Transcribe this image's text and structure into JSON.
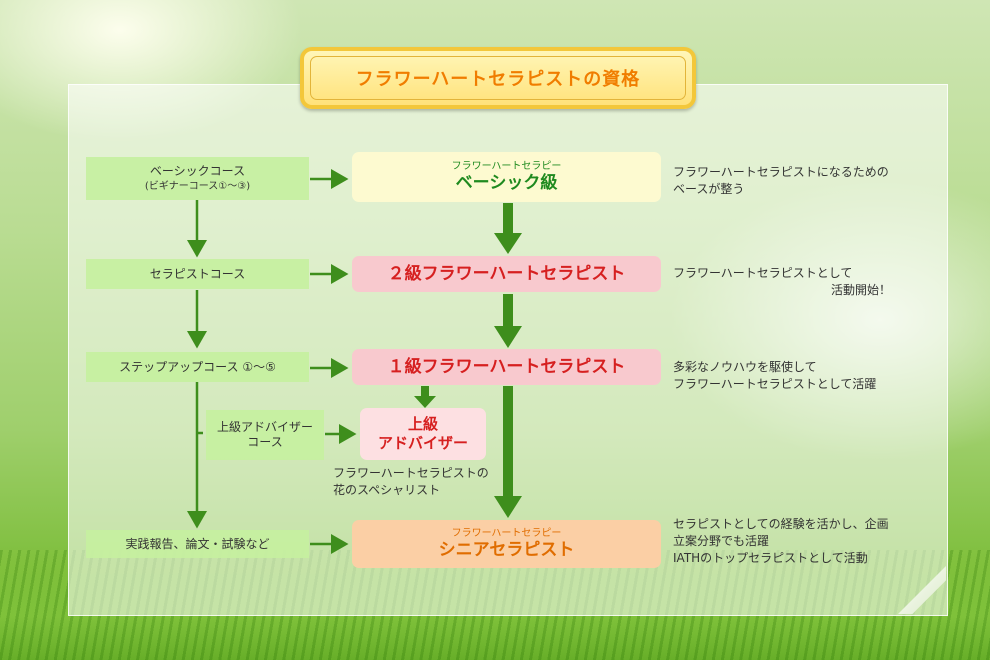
{
  "title": "フラワーハートセラピストの資格",
  "courses": {
    "basic": {
      "line1": "ベーシックコース",
      "line2": "(ビギナーコース①〜③)"
    },
    "therapist": "セラピストコース",
    "stepup": "ステップアップコース ①〜⑤",
    "advisor": {
      "line1": "上級アドバイザー",
      "line2": "コース"
    },
    "report": "実践報告、論文・試験など"
  },
  "levels": {
    "basic": {
      "small": "フラワーハートセラピー",
      "big": "ベーシック級"
    },
    "grade2": "２級フラワーハートセラピスト",
    "grade1": "１級フラワーハートセラピスト",
    "advisor": {
      "line1": "上級",
      "line2": "アドバイザー"
    },
    "senior": {
      "small": "フラワーハートセラピー",
      "big": "シニアセラピスト"
    }
  },
  "advisor_caption": {
    "line1": "フラワーハートセラピストの",
    "line2": "花のスペシャリスト"
  },
  "descriptions": {
    "basic": {
      "line1": "フラワーハートセラピストになるための",
      "line2": "ベースが整う"
    },
    "grade2": {
      "line1": "フラワーハートセラピストとして",
      "line2": "活動開始！"
    },
    "grade1": {
      "line1": "多彩なノウハウを駆使して",
      "line2": "フラワーハートセラピストとして活躍"
    },
    "senior": {
      "line1": "セラピストとしての経験を活かし、企画",
      "line2": "立案分野でも活躍",
      "line3": "IATHのトップセラピストとして活動"
    }
  },
  "colors": {
    "title_text": "#f07d00",
    "title_fill": "#ffe27a",
    "course_fill": "#c6f0a0",
    "arrow": "#3e8e1c",
    "level_text_green": "#1f8a1f",
    "level_text_red": "#d62020",
    "level_text_orange": "#e06d00"
  }
}
